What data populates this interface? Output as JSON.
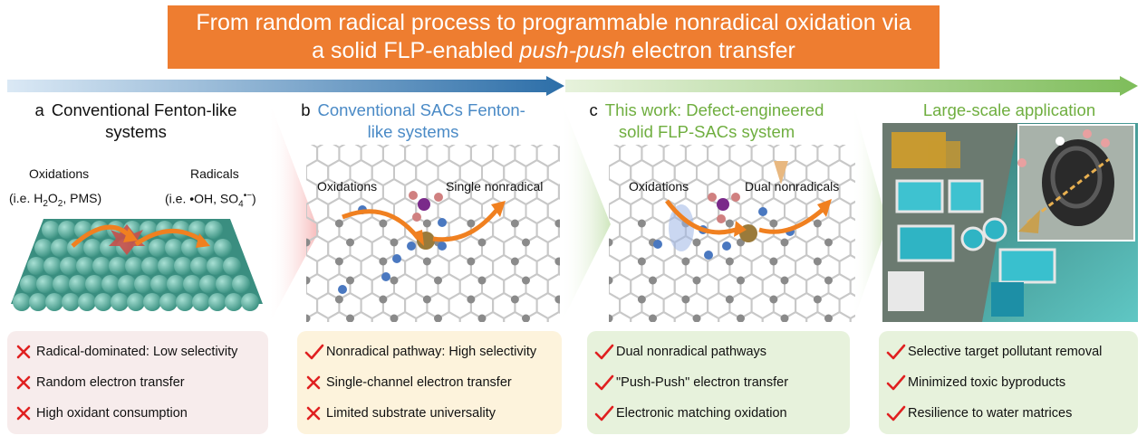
{
  "banner": {
    "line1": "From random radical process to programmable nonradical oxidation via",
    "line2_pre": "a solid FLP-enabled ",
    "line2_italic": "push-push",
    "line2_post": " electron transfer"
  },
  "colors": {
    "banner": "#ee7d30",
    "blue_title": "#4a8ac6",
    "green_title": "#6fae3f",
    "cross": "#e02020",
    "check": "#e02020",
    "box_a": "#f7ecec",
    "box_b": "#fdf3dc",
    "box_cd": "#e7f2dc"
  },
  "panel_a": {
    "letter": "a",
    "title_line1": "Conventional Fenton-like",
    "title_line2": "systems",
    "left_label": "Oxidations",
    "left_detail_pre": "(i.e. H",
    "left_detail_sub": "2",
    "left_detail_mid": "O",
    "left_detail_sub2": "2",
    "left_detail_post": ", PMS)",
    "right_label": "Radicals",
    "right_detail_pre": "(i.e. •OH, SO",
    "right_detail_sub": "4",
    "right_detail_sup": "•−",
    "right_detail_post": ")",
    "items": [
      {
        "mark": "cross",
        "text": "Radical-dominated: Low selectivity"
      },
      {
        "mark": "cross",
        "text": "Random electron transfer"
      },
      {
        "mark": "cross",
        "text": "High oxidant consumption"
      }
    ]
  },
  "panel_b": {
    "letter": "b",
    "title_line1": "Conventional SACs Fenton-",
    "title_line2": "like systems",
    "label_left": "Oxidations",
    "label_right": "Single nonradical",
    "items": [
      {
        "mark": "check",
        "text": "Nonradical pathway: High selectivity"
      },
      {
        "mark": "cross",
        "text": "Single-channel electron transfer"
      },
      {
        "mark": "cross",
        "text": "Limited substrate universality"
      }
    ]
  },
  "panel_c": {
    "letter": "c",
    "title_line1": "This work: Defect-engineered",
    "title_line2": "solid FLP-SACs system",
    "label_left": "Oxidations",
    "label_right": "Dual nonradicals",
    "items": [
      {
        "mark": "check",
        "text": "Dual nonradical pathways"
      },
      {
        "mark": "check",
        "text": "\"Push-Push\" electron transfer"
      },
      {
        "mark": "check",
        "text": "Electronic matching oxidation"
      }
    ]
  },
  "panel_d": {
    "title": "Large-scale application",
    "items": [
      {
        "mark": "check",
        "text": "Selective target pollutant removal"
      },
      {
        "mark": "check",
        "text": "Minimized toxic byproducts"
      },
      {
        "mark": "check",
        "text": "Resilience to water matrices"
      }
    ]
  }
}
